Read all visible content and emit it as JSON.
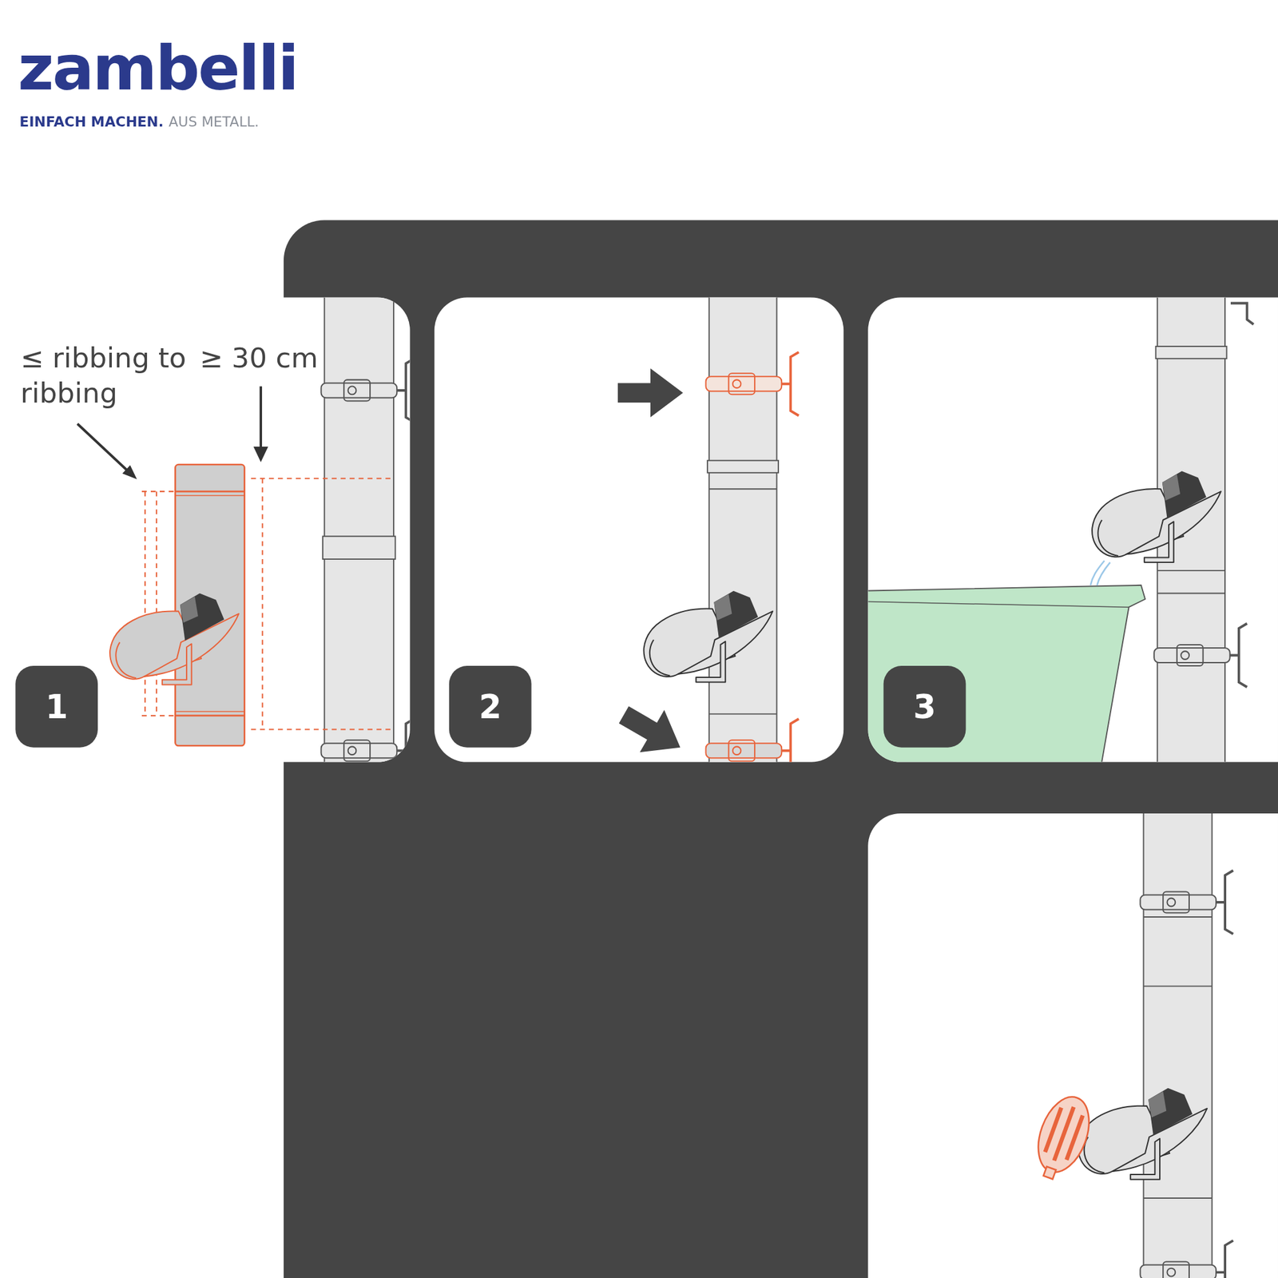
{
  "diagram": {
    "nodes": [
      {
        "text": [
          "1"
        ]
      },
      {
        "text": [
          "2"
        ]
      },
      {
        "text": [
          "3"
        ]
      }
    ],
    "labels": [
      "zambelli",
      "EINFACH MACHEN.",
      "AUS METALL.",
      "≤ ribbing to ribbing",
      "≥ 30 cm"
    ]
  }
}
